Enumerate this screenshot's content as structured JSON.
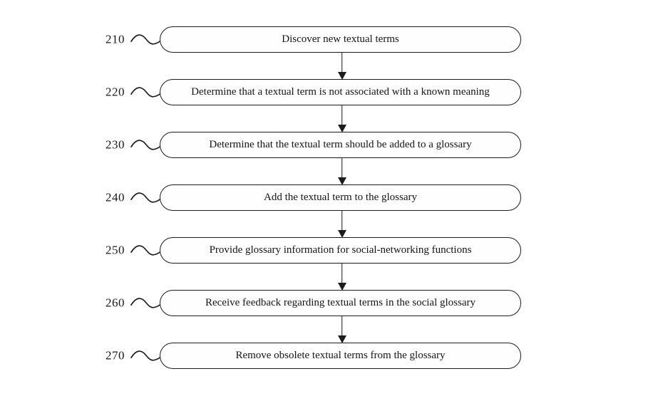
{
  "figure": {
    "type": "flowchart",
    "direction": "top-down",
    "background_color": "#ffffff",
    "line_color": "#1c1c1c",
    "box_shape": "stadium"
  },
  "steps": [
    {
      "ref": "210",
      "text": "Discover new textual terms"
    },
    {
      "ref": "220",
      "text": "Determine that a textual term is not associated with a known meaning"
    },
    {
      "ref": "230",
      "text": "Determine that the textual term should be added to a glossary"
    },
    {
      "ref": "240",
      "text": "Add the textual term to the glossary"
    },
    {
      "ref": "250",
      "text": "Provide glossary information for social-networking functions"
    },
    {
      "ref": "260",
      "text": "Receive feedback regarding textual terms in the social glossary"
    },
    {
      "ref": "270",
      "text": "Remove obsolete textual terms from the glossary"
    }
  ],
  "connectors": {
    "count": 6,
    "style": "solid-vertical-arrow-down"
  }
}
